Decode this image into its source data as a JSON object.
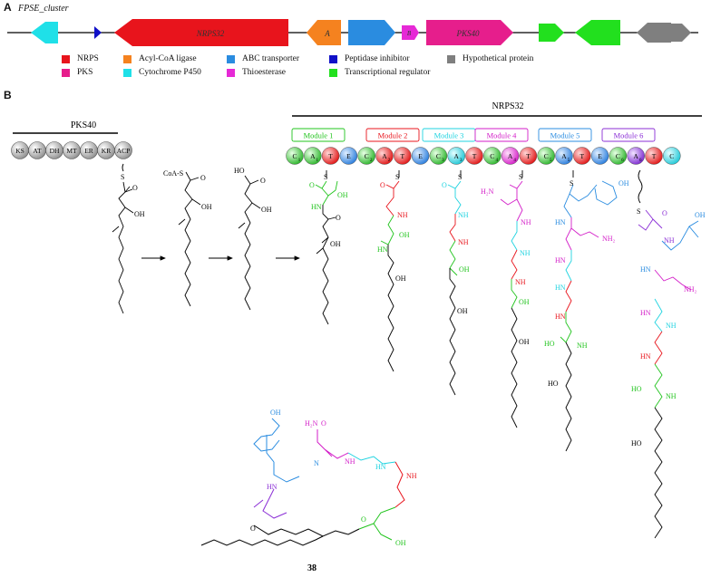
{
  "panel_a": {
    "letter": "A",
    "cluster_name": "FPSE_cluster",
    "gene_labels": {
      "nrps": "NRPS32",
      "ligase": "A",
      "thio": "B",
      "pks": "PKS40"
    }
  },
  "legend": [
    {
      "label": "NRPS",
      "color": "#e8141c"
    },
    {
      "label": "PKS",
      "color": "#e61e8c"
    },
    {
      "label": "Acyl-CoA ligase",
      "color": "#f5821f"
    },
    {
      "label": "Cytochrome P450",
      "color": "#1fe0e8"
    },
    {
      "label": "ABC transporter",
      "color": "#2a8ce0"
    },
    {
      "label": "Thioesterase",
      "color": "#e629d6"
    },
    {
      "label": "Peptidase inhibitor",
      "color": "#1010c8"
    },
    {
      "label": "Transcriptional regulator",
      "color": "#22e01e"
    },
    {
      "label": "Hypothetical protein",
      "color": "#7f7f7f"
    }
  ],
  "panel_b": {
    "letter": "B",
    "pks_title": "PKS40",
    "nrps_title": "NRPS32",
    "pks_domains": [
      "KS",
      "AT",
      "DH",
      "MT",
      "ER",
      "KR",
      "ACP"
    ],
    "modules": [
      {
        "label": "Module 1",
        "color": "#22c41e"
      },
      {
        "label": "Module 2",
        "color": "#e8141c"
      },
      {
        "label": "Module 3",
        "color": "#1fd3e0"
      },
      {
        "label": "Module 4",
        "color": "#d31ec8"
      },
      {
        "label": "Module 5",
        "color": "#2a8ce0"
      },
      {
        "label": "Module 6",
        "color": "#8b2fd6"
      }
    ],
    "coa_label": "CoA-S",
    "compound_number": "38"
  }
}
